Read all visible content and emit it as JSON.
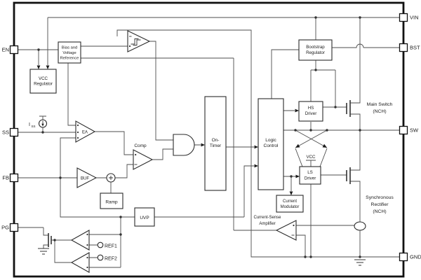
{
  "pins": {
    "en": "EN",
    "ss": "SS",
    "fb": "FB",
    "pg": "PG",
    "vin": "VIN",
    "bst": "BST",
    "sw": "SW",
    "gnd": "GND"
  },
  "blocks": {
    "bias": [
      "Bias and",
      "Voltage",
      "Reference"
    ],
    "vcc_regulator": [
      "VCC",
      "Regulator"
    ],
    "bootstrap": [
      "Bootstrap",
      "Regulator"
    ],
    "on_timer": [
      "On-",
      "Timer"
    ],
    "logic_control": [
      "Logic",
      "Control"
    ],
    "hs_driver": [
      "HS",
      "Driver"
    ],
    "ls_driver": [
      "LS",
      "Driver"
    ],
    "current_modulator": [
      "Current",
      "Modulator"
    ],
    "ramp": "Ramp",
    "uvp": "UVP"
  },
  "amplifiers": {
    "ea": "EA",
    "buf": "BUF",
    "comp": "Comp",
    "current_sense": [
      "Current-Sense",
      "Amplifier"
    ]
  },
  "labels": {
    "vcc": "VCC",
    "iss_base": "I",
    "iss_sub": "SS",
    "ref1": "REF1",
    "ref2": "REF2",
    "main_switch": [
      "Main Switch",
      "(NCH)"
    ],
    "sync_rectifier": [
      "Synchronous",
      "Rectifier",
      "(NCH)"
    ]
  },
  "colors": {
    "wire": "#4d4d4d",
    "border": "#111111",
    "text": "#1a1a1a",
    "background": "#ffffff"
  }
}
